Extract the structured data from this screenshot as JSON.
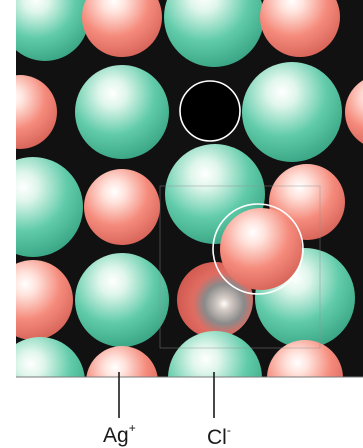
{
  "labels": {
    "silver_ion": {
      "symbol": "Ag",
      "charge": "+"
    },
    "chloride_ion": {
      "symbol": "Cl",
      "charge": "-"
    }
  },
  "colors": {
    "background": "#111111",
    "silver_ion": "#f07f73",
    "chloride_ion": "#3fbf99",
    "vacancy_ring": "#ffffff",
    "label_text": "#1a1a1a"
  },
  "diagram": {
    "features": [
      "silver-chloride-ionic-lattice",
      "vacancy",
      "interstitial-silver-ion"
    ]
  }
}
